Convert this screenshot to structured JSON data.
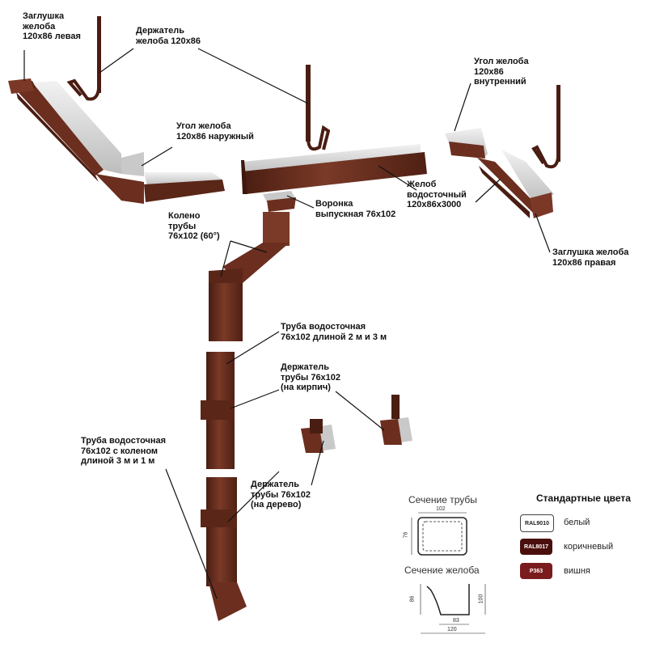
{
  "labels": {
    "cap_left": "Заглушка\nжелоба\n120х86 левая",
    "gutter_holder": "Держатель\nжелоба 120х86",
    "outer_corner": "Угол желоба\n120х86 наружный",
    "inner_corner": "Угол желоба\n120х86\nвнутренний",
    "gutter": "Желоб\nводосточный\n120х86х3000",
    "funnel": "Воронка\nвыпускная 76х102",
    "elbow": "Колено\nтрубы\n76х102 (60°)",
    "cap_right": "Заглушка желоба\n120х86 правая",
    "pipe": "Труба водосточная\n76х102 длиной 2 м и 3 м",
    "holder_brick": "Держатель\nтрубы 76х102\n(на кирпич)",
    "pipe_elbow": "Труба водосточная\n76х102 с коленом\nдлиной 3 м и 1 м",
    "holder_wood": "Держатель\nтрубы 76х102\n(на дерево)"
  },
  "sections": {
    "pipe_title": "Сечение трубы",
    "gutter_title": "Сечение желоба",
    "pipe_w": "102",
    "pipe_h": "76",
    "gutter_h_left": "86",
    "gutter_h_right": "100",
    "gutter_w_inner": "83",
    "gutter_w": "120"
  },
  "colors_block": {
    "title": "Стандартные цвета",
    "items": [
      {
        "code": "RAL9010",
        "name": "белый",
        "fill": "#ffffff",
        "text": "#222222"
      },
      {
        "code": "RAL8017",
        "name": "коричневый",
        "fill": "#4a0f0d",
        "text": "#ffffff"
      },
      {
        "code": "P363",
        "name": "вишня",
        "fill": "#7a1c1e",
        "text": "#ffffff"
      }
    ]
  },
  "palette": {
    "brown": "#6b2e1f",
    "brown_dark": "#4a1d12",
    "brown_light": "#8a4a36",
    "inner": "#dcdcdc"
  }
}
